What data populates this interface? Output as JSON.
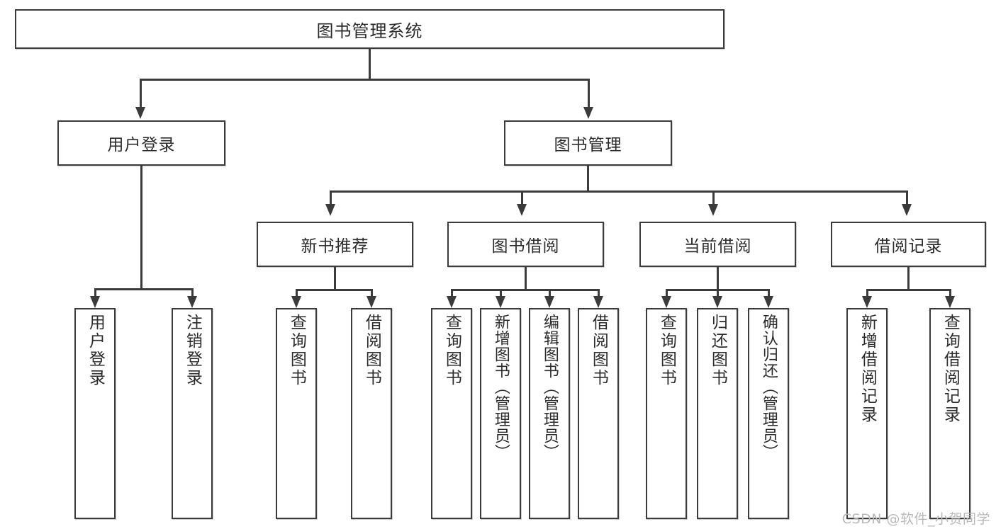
{
  "diagram": {
    "title": "图书管理系统",
    "type": "tree",
    "watermark": "CSDN @软件_小贺同学",
    "colors": {
      "border": "#3b3b3b",
      "background": "#ffffff",
      "text": "#2b2b2b",
      "watermark": "#b9b9b9"
    },
    "root": {
      "label": "图书管理系统"
    },
    "level2": [
      {
        "label": "用户登录"
      },
      {
        "label": "图书管理"
      }
    ],
    "level3": [
      {
        "label": "新书推荐"
      },
      {
        "label": "图书借阅"
      },
      {
        "label": "当前借阅"
      },
      {
        "label": "借阅记录"
      }
    ],
    "leaves": {
      "user_login": [
        {
          "label": "用户登录"
        },
        {
          "label": "注销登录"
        }
      ],
      "new_book_recommend": [
        {
          "label": "查询图书"
        },
        {
          "label": "借阅图书"
        }
      ],
      "book_borrow": [
        {
          "label": "查询图书"
        },
        {
          "label": "新增图书（管理员）"
        },
        {
          "label": "编辑图书（管理员）"
        },
        {
          "label": "借阅图书"
        }
      ],
      "current_borrow": [
        {
          "label": "查询图书"
        },
        {
          "label": "归还图书"
        },
        {
          "label": "确认归还（管理员）"
        }
      ],
      "borrow_record": [
        {
          "label": "新增借阅记录"
        },
        {
          "label": "查询借阅记录"
        }
      ]
    }
  }
}
